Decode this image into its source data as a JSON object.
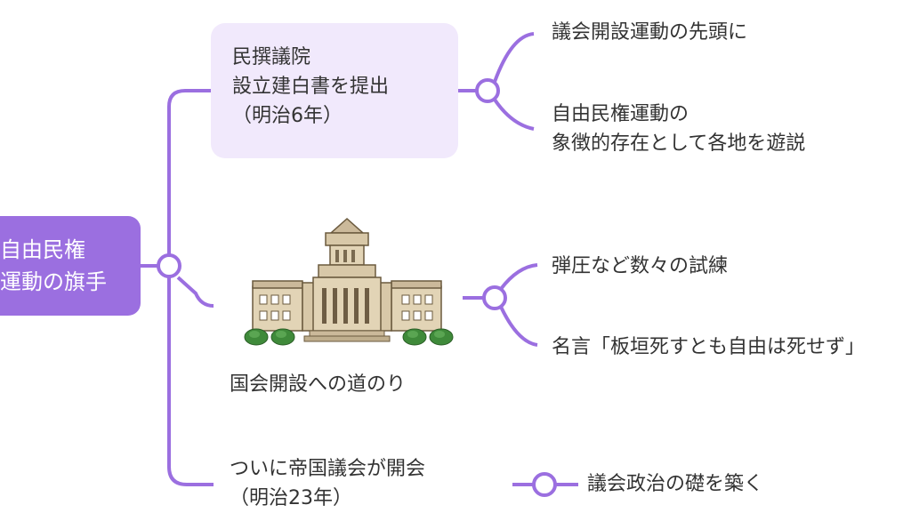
{
  "colors": {
    "accent": "#9b6fe0",
    "node_fill": "#f1e9fc",
    "text": "#333333"
  },
  "root": {
    "lines": [
      "自由民権",
      "運動の旗手"
    ]
  },
  "branches": [
    {
      "lines": [
        "民撰議院",
        "設立建白書を提出",
        "（明治6年）"
      ],
      "children": [
        {
          "lines": [
            "議会開設運動の先頭に"
          ]
        },
        {
          "lines": [
            "自由民権運動の",
            "象徴的存在として各地を遊説"
          ]
        }
      ]
    },
    {
      "lines": [
        "国会開設への道のり"
      ],
      "illustration": "national-diet-building",
      "children": [
        {
          "lines": [
            "弾圧など数々の試練"
          ]
        },
        {
          "lines": [
            "名言「板垣死すとも自由は死せず」"
          ]
        }
      ]
    },
    {
      "lines": [
        "ついに帝国議会が開会",
        "（明治23年）"
      ],
      "children": [
        {
          "lines": [
            "議会政治の礎を築く"
          ]
        }
      ]
    }
  ]
}
